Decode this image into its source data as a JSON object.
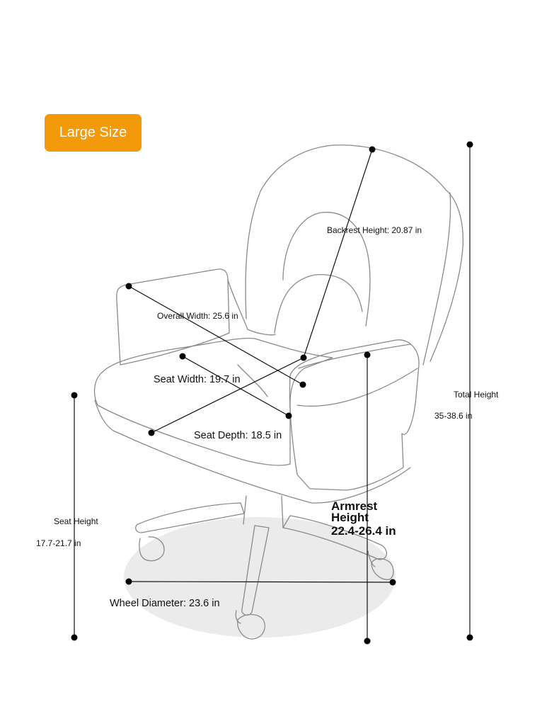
{
  "badge": {
    "label": "Large Size",
    "color": "#f39a0b"
  },
  "dimensions": {
    "backrest_height": "Backrest Height: 20.87 in",
    "overall_width": "Overall Width: 25.6 in",
    "seat_width": "Seat Width: 19.7 in",
    "seat_depth": "Seat Depth: 18.5 in",
    "total_height_label": "Total Height",
    "total_height_value": "35-38.6 in",
    "seat_height_label": "Seat Height",
    "seat_height_value": "17.7-21.7 in",
    "armrest_height_line1": "Armrest",
    "armrest_height_line2": "Height",
    "armrest_height_value": "22.4-26.4 in",
    "wheel_diameter": "Wheel Diameter: 23.6 in"
  }
}
